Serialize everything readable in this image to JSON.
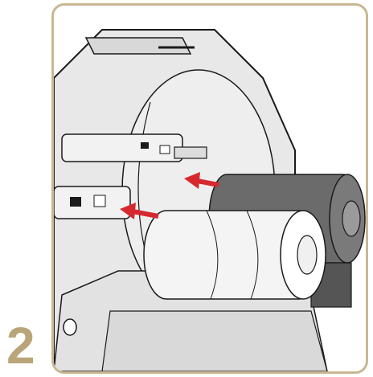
{
  "step": {
    "number": "2"
  },
  "colors": {
    "frame_border": "#c8b892",
    "step_number": "#b9a579",
    "printer_body": "#e6e6e6",
    "printer_outline": "#1a1a1a",
    "ribbon_roll": "#6b6b6b",
    "media_roll": "#f4f4f4",
    "arrow": "#d6282f"
  },
  "illustration": {
    "subject": "ribbon-and-media-roll-loading",
    "arrows": [
      "ribbon-supply-arrow",
      "media-supply-arrow"
    ]
  }
}
